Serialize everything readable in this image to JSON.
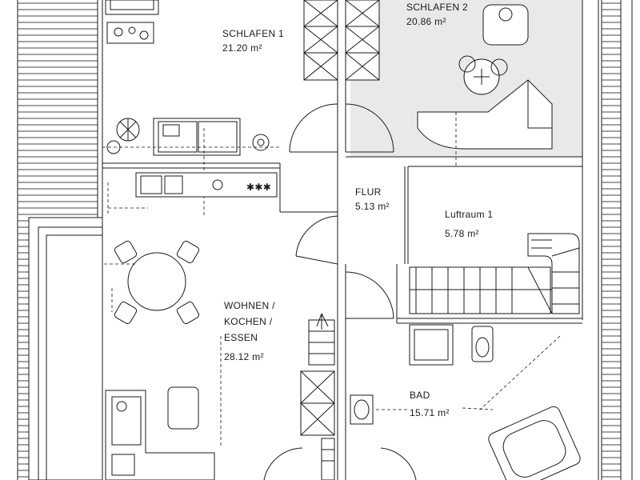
{
  "rooms": {
    "schlafen1": {
      "name": "SCHLAFEN 1",
      "area": "21.20 m²"
    },
    "schlafen2": {
      "name": "SCHLAFEN 2",
      "area": "20.86 m²"
    },
    "flur": {
      "name": "FLUR",
      "area": "5.13 m²"
    },
    "luftraum": {
      "name": "Luftraum 1",
      "area": "5.78 m²"
    },
    "wohnen": {
      "line1": "WOHNEN /",
      "line2": "KOCHEN /",
      "line3": "ESSEN",
      "area": "28.12 m²"
    },
    "bad": {
      "name": "BAD",
      "area": "15.71 m²"
    }
  },
  "kitchen": {
    "hob_glyph": "✱✱✱"
  },
  "colors": {
    "ink": "#1a1a1a",
    "background": "#ffffff",
    "tint": "#e9e9e9"
  }
}
